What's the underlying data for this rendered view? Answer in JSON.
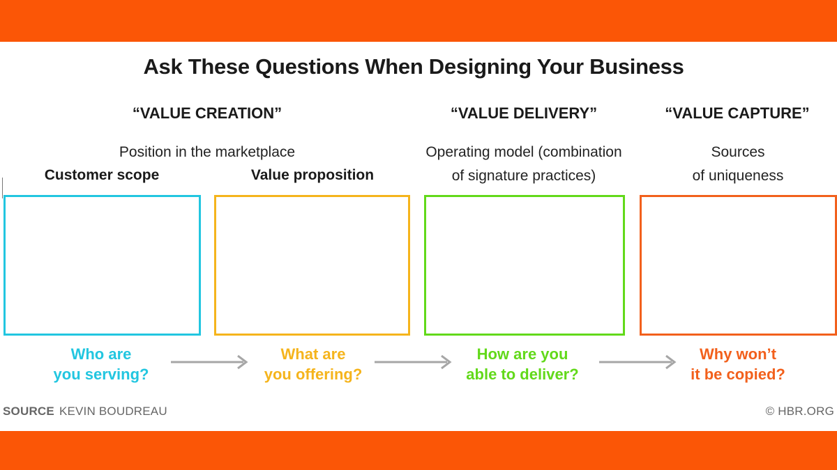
{
  "title": "Ask These Questions When Designing Your Business",
  "sections": [
    {
      "label": "“VALUE CREATION”"
    },
    {
      "label": "“VALUE DELIVERY”"
    },
    {
      "label": "“VALUE CAPTURE”"
    }
  ],
  "subtitles": {
    "creation": "Position in the marketplace",
    "delivery_line1": "Operating model (combination",
    "delivery_line2": "of signature practices)",
    "capture_line1": "Sources",
    "capture_line2": "of uniqueness"
  },
  "boxes": [
    {
      "label": "Customer scope",
      "color": "#22c6e0",
      "question_line1": "Who are",
      "question_line2": "you serving?"
    },
    {
      "label": "Value proposition",
      "color": "#f5b41c",
      "question_line1": "What are",
      "question_line2": "you offering?"
    },
    {
      "label": "",
      "color": "#62d91a",
      "question_line1": "How are you",
      "question_line2": "able to deliver?"
    },
    {
      "label": "",
      "color": "#f2601c",
      "question_line1": "Why won’t",
      "question_line2": "it be copied?"
    }
  ],
  "arrow_color": "#a6a6a6",
  "accent_band_color": "#fb5606",
  "footer": {
    "source_label": "SOURCE",
    "source_value": "KEVIN BOUDREAU",
    "copyright": "© HBR.ORG"
  }
}
